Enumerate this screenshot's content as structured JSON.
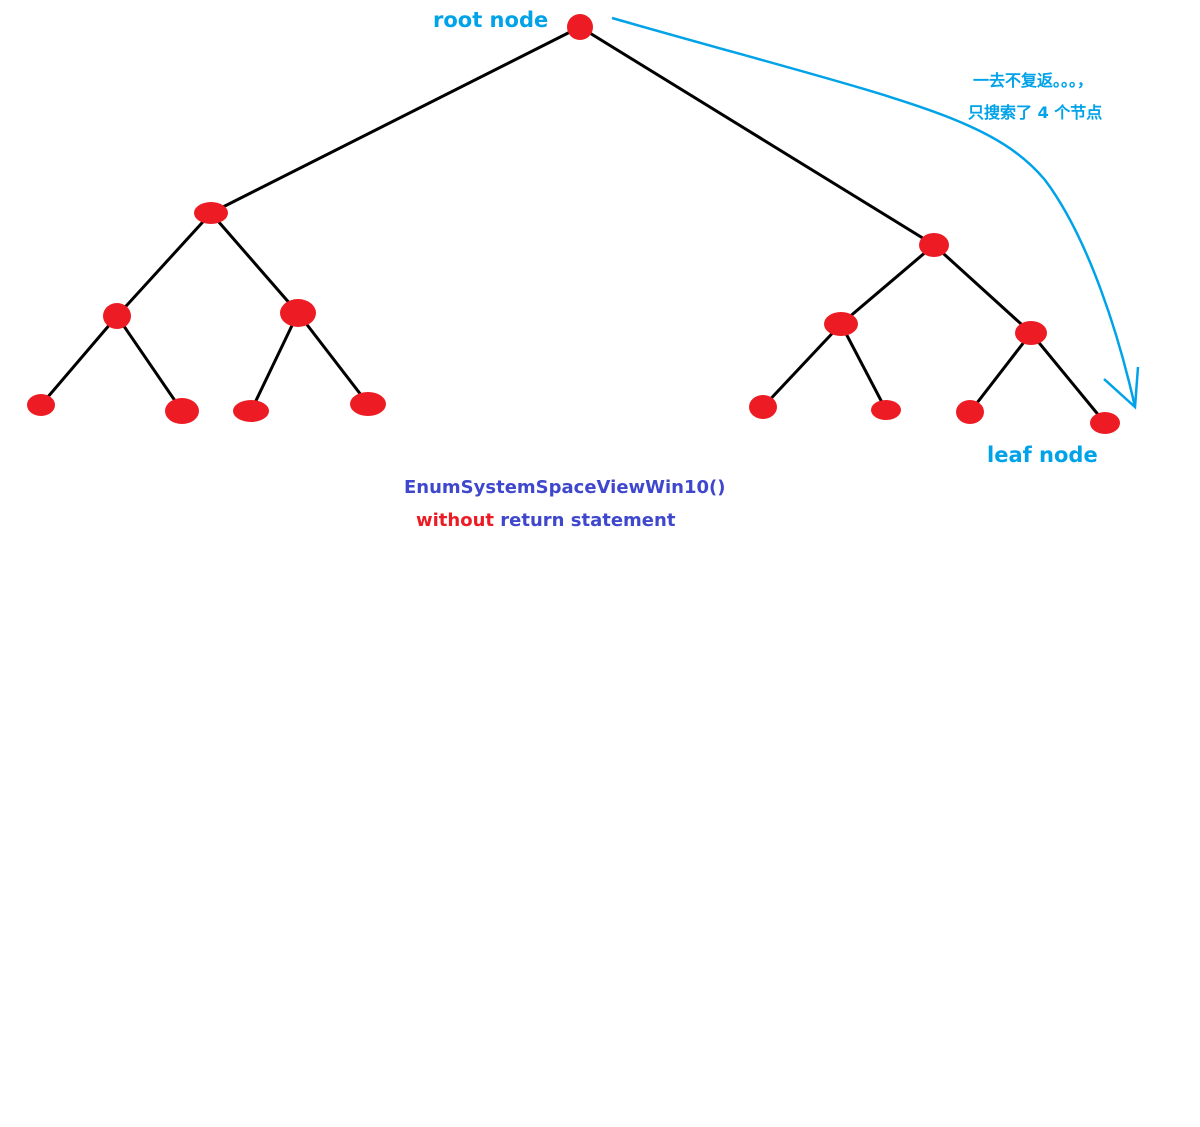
{
  "labels": {
    "root": "root node",
    "leaf": "leaf node",
    "note_line1": "一去不复返。。。，",
    "note_line2": "只搜索了 4 个节点",
    "function_name": "EnumSystemSpaceViewWin10()",
    "without": "without",
    "return_statement": "return statement"
  },
  "colors": {
    "node": "#ed1c24",
    "edge": "#000000",
    "annotation": "#00a2e8",
    "code": "#3f48cc",
    "highlight": "#ed1c24"
  },
  "tree": {
    "depth": 4,
    "node_count": 15
  }
}
